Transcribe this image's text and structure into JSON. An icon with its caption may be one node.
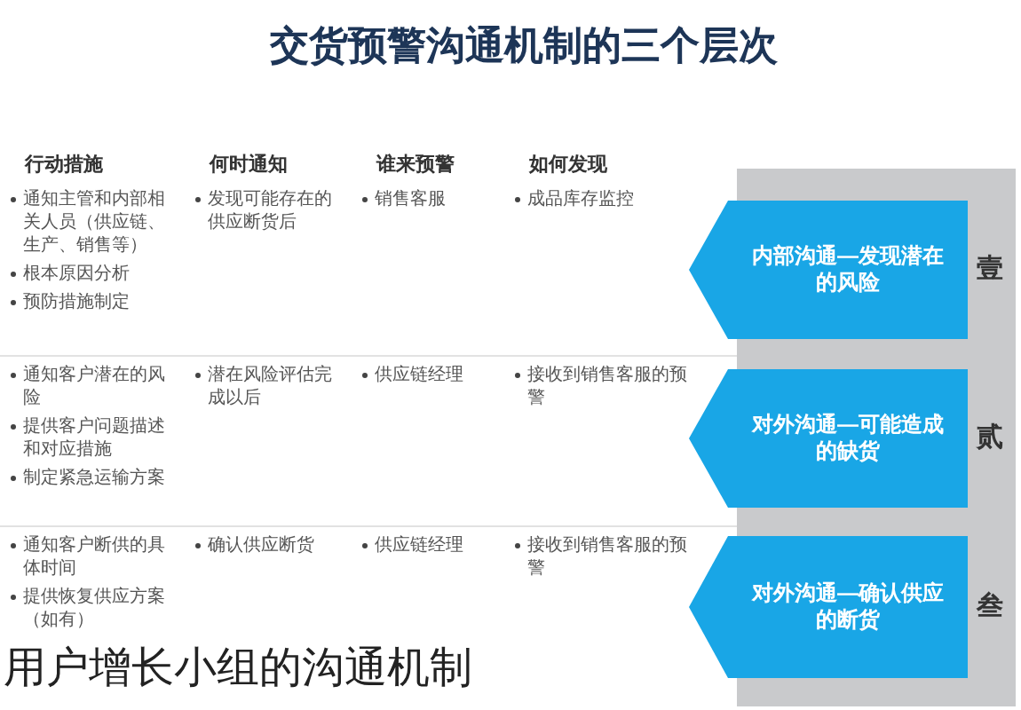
{
  "diagram": {
    "title": "交货预警沟通机制的三个层次",
    "caption": "用户增长小组的沟通机制",
    "nodes": [
      {
        "text": [
          "内部沟通—发现潜在的风险"
        ],
        "beside": [
          "壹"
        ]
      },
      {
        "text": [
          "对外沟通—可能造成的缺货"
        ],
        "beside": [
          "贰"
        ]
      },
      {
        "text": [
          "对外沟通—确认供应的断货"
        ],
        "beside": [
          "叁"
        ]
      }
    ],
    "labels": [
      "如何发现",
      "谁来预警",
      "何时通知",
      "行动措施",
      "成品库存监控",
      "销售客服",
      "发现可能存在的供应断货后",
      "通知主管和内部相关人员（供应链、生产、销售等）",
      "根本原因分析",
      "预防措施制定",
      "接收到销售客服的预警",
      "供应链经理",
      "潜在风险评估完成以后",
      "通知客户潜在的风险",
      "提供客户问题描述和对应措施",
      "制定紧急运输方案",
      "接收到销售客服的预警",
      "供应链经理",
      "确认供应断货",
      "通知客户断供的具体时间",
      "提供恢复供应方案（如有）"
    ]
  }
}
